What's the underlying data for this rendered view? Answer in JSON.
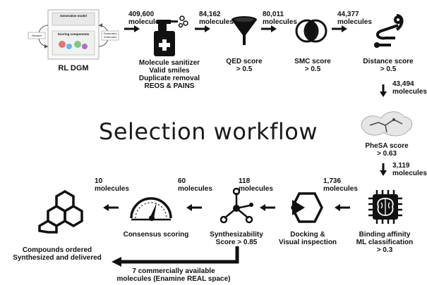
{
  "title": "Selection workflow",
  "rl_box": {
    "label": "RL DGM",
    "generative_model": "Generative model",
    "scoring_components": "Scoring components",
    "reward": "Reward",
    "generated_molecules": "Generated molecules"
  },
  "counts": {
    "c1": "409,600\nmolecules",
    "c2": "84,162\nmolecules",
    "c3": "80,011\nmolecules",
    "c4": "44,377\nmolecules",
    "c5": "43,494\nmolecules",
    "c6": "3,119\nmolecules",
    "c7": "1,736\nmolecules",
    "c8": "118\nmolecules",
    "c9": "60\nmolecules",
    "c10": "10\nmolecules"
  },
  "steps": {
    "sanitizer": "Molecule sanitizer\nValid smiles\nDuplicate removal\nREOS & PAINS",
    "qed": "QED score\n> 0.5",
    "smc": "SMC score\n> 0.5",
    "distance": "Distance score\n> 0.5",
    "phesa": "PheSA score\n> 0.63",
    "binding": "Binding affinity\nML classification\n> 0.3",
    "docking": "Docking &\nVisual inspection",
    "synth": "Synthesizability\nScore > 0.85",
    "consensus": "Consensus scoring",
    "ordered": "Compounds ordered\nSynthesized and delivered",
    "commercial": "7 commercially available\nmolecules (Enamine REAL space)"
  },
  "icons": [
    "spray-bottle-icon",
    "funnel-icon",
    "venn-circles-icon",
    "route-path-icon",
    "molecule-surface-icon",
    "brain-chip-icon",
    "hexagon-arrow-icon",
    "network-node-icon",
    "gauge-icon",
    "hexagon-rings-icon"
  ]
}
